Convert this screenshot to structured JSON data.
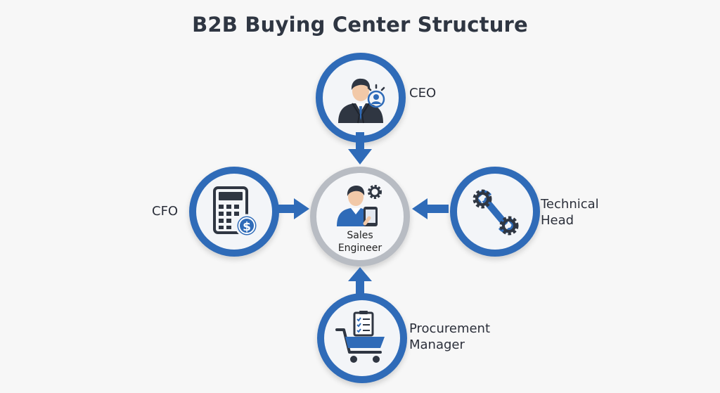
{
  "title": "B2B Buying Center Structure",
  "center": {
    "label_line1": "Sales",
    "label_line2": "Engineer",
    "icon": "sales-engineer-icon"
  },
  "nodes": {
    "top": {
      "label": "CEO",
      "icon": "executive-icon"
    },
    "left": {
      "label": "CFO",
      "icon": "calculator-dollar-icon"
    },
    "right": {
      "label_line1": "Technical",
      "label_line2": "Head",
      "icon": "wrench-gears-icon"
    },
    "bottom": {
      "label_line1": "Procurement",
      "label_line2": "Manager",
      "icon": "shopping-cart-checklist-icon"
    }
  },
  "colors": {
    "accent": "#2f6bb8",
    "center_ring": "#b8bcc3",
    "icon_dark": "#2f3642",
    "icon_blue": "#2f6bb8"
  }
}
